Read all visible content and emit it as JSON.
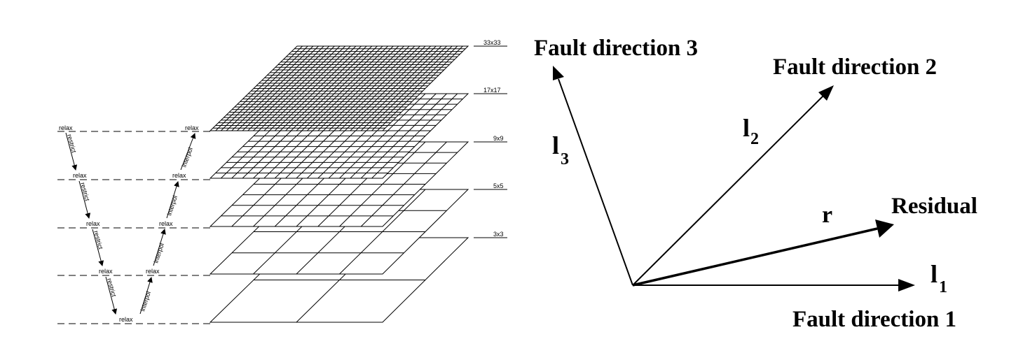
{
  "left_diagram": {
    "grid_labels": [
      "33x33",
      "17x17",
      "9x9",
      "5x5",
      "3x3"
    ],
    "grid_cells": [
      32,
      16,
      8,
      4,
      2
    ],
    "vcycle": {
      "relax": "relax",
      "restrict": "restrict",
      "interpol": "interpol"
    }
  },
  "right_diagram": {
    "vectors": [
      {
        "name": "Fault direction 1",
        "label": "l",
        "subscript": "1"
      },
      {
        "name": "Fault direction 2",
        "label": "l",
        "subscript": "2"
      },
      {
        "name": "Fault direction 3",
        "label": "l",
        "subscript": "3"
      },
      {
        "name": "Residual",
        "label": "r",
        "subscript": ""
      }
    ]
  }
}
